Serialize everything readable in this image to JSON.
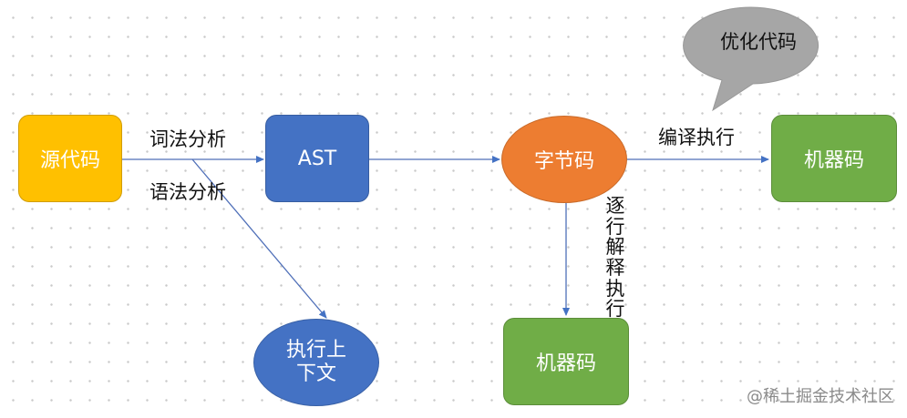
{
  "nodes": {
    "source_code": "源代码",
    "ast": "AST",
    "bytecode": "字节码",
    "machine_code_right": "机器码",
    "machine_code_bottom": "机器码",
    "exec_context": "执行上下文",
    "optimize": "优化代码"
  },
  "edges": {
    "lexical": "词法分析",
    "syntax": "语法分析",
    "compile_exec": "编译执行",
    "interpret_exec": "逐行解释执行"
  },
  "watermark": "@稀土掘金技术社区",
  "colors": {
    "yellow": "#FFC000",
    "blue": "#4472C4",
    "orange": "#ED7D31",
    "green": "#70AD47",
    "gray": "#A6A6A6",
    "arrow": "#5B7DC0"
  }
}
